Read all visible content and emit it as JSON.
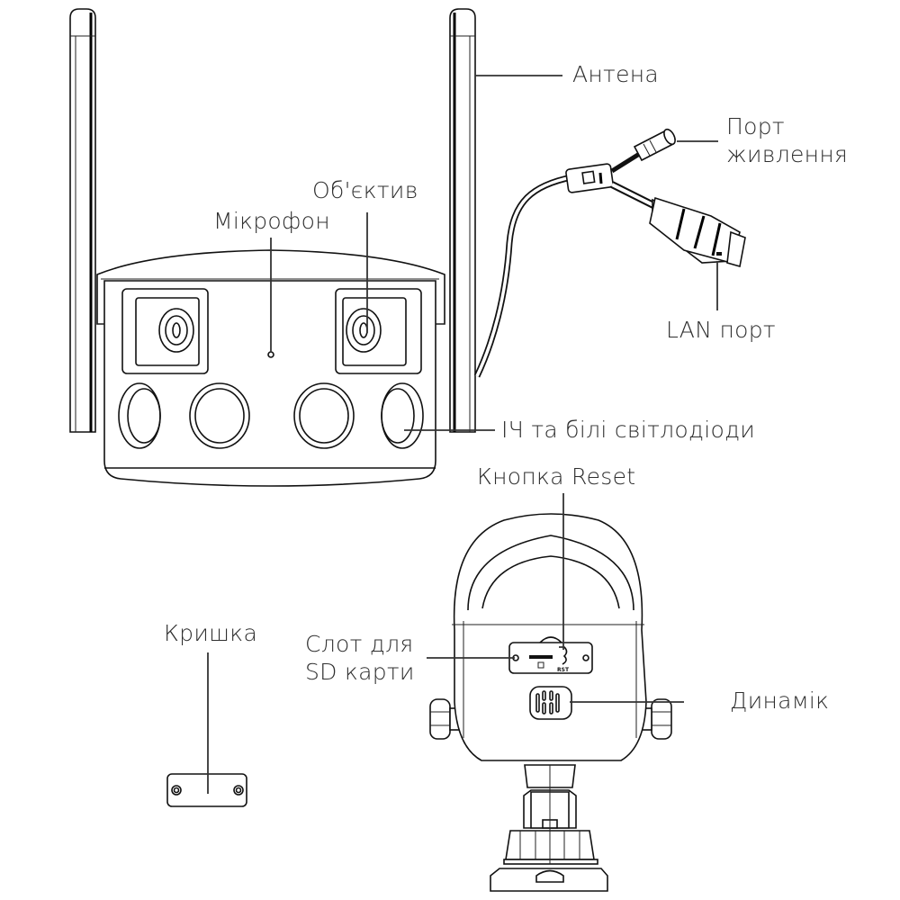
{
  "diagram": {
    "title": "",
    "front_view": {
      "labels": {
        "antenna": "Антена",
        "power_port": [
          "Порт",
          "живлення"
        ],
        "lens": "Об'єктив",
        "microphone": "Мікрофон",
        "lan_port": "LAN порт",
        "ir_white_leds": "ІЧ та білі світлодіоди"
      }
    },
    "bottom_view": {
      "labels": {
        "reset_button": "Кнопка Reset",
        "sd_slot": [
          "Слот для",
          "SD карти"
        ],
        "speaker": "Динамік",
        "cover": "Кришка"
      },
      "panel_marking": "RST"
    },
    "colors": {
      "line": "#111111",
      "label_text": "#2f2f2f",
      "background": "#ffffff"
    }
  }
}
